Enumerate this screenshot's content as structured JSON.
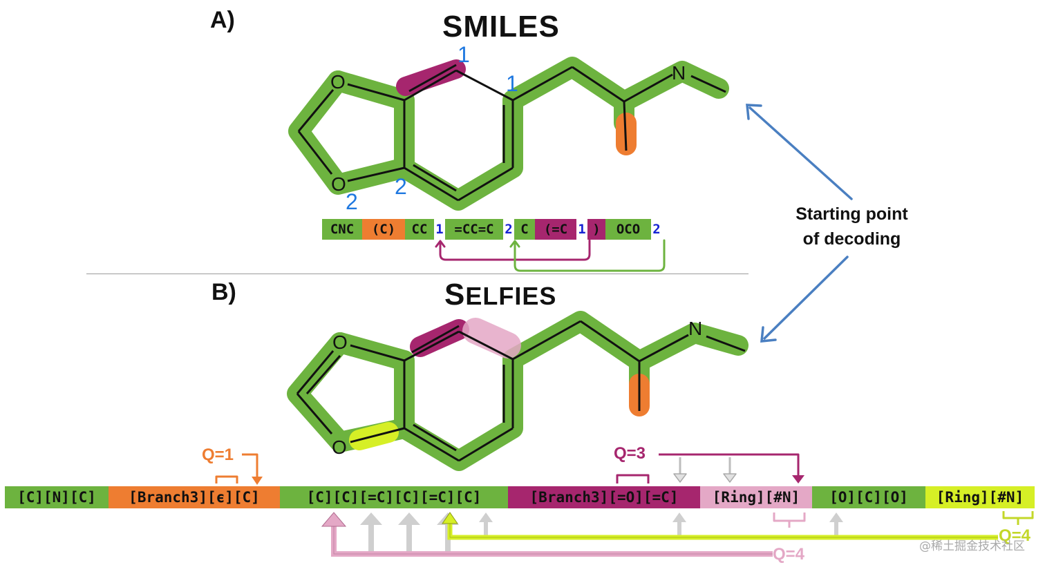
{
  "colors": {
    "green": "#6db33f",
    "orange": "#ee7d31",
    "magenta": "#a6266e",
    "pink": "#e4a8c6",
    "yellow": "#d6ef26",
    "blue_digit": "#1f78e0",
    "arrow_blue": "#4a7fc1",
    "grey_arrow": "#c8c8c8"
  },
  "panel_a": {
    "label": "A)",
    "title": "SMILES",
    "ring_digits": [
      "1",
      "1",
      "2",
      "2"
    ],
    "atoms": [
      "O",
      "O",
      "N"
    ]
  },
  "panel_b": {
    "label": "B)",
    "title_big": "S",
    "title_small": "ELFIES",
    "atoms": [
      "O",
      "O",
      "N"
    ]
  },
  "note": {
    "line1": "Starting point",
    "line2": "of decoding"
  },
  "smiles_tokens": [
    {
      "text": "CNC",
      "color": "green"
    },
    {
      "text": "(C)",
      "color": "orange"
    },
    {
      "text": "CC",
      "color": "green"
    },
    {
      "text": "1",
      "color": "digit"
    },
    {
      "text": "=CC=C",
      "color": "green"
    },
    {
      "text": "2",
      "color": "digit"
    },
    {
      "text": "C",
      "color": "green"
    },
    {
      "text": "(=C",
      "color": "magenta"
    },
    {
      "text": "1",
      "color": "digit"
    },
    {
      "text": ")",
      "color": "magenta"
    },
    {
      "text": "OCO",
      "color": "green"
    },
    {
      "text": "2",
      "color": "digit"
    }
  ],
  "selfies_tokens": [
    {
      "text": "[C][N][C]",
      "color": "green"
    },
    {
      "text": "[Branch3][ϵ][C]",
      "color": "orange"
    },
    {
      "text": "[C][C][=C][C][=C][C]",
      "color": "green"
    },
    {
      "text": "[Branch3][=O][=C]",
      "color": "magenta"
    },
    {
      "text": "[Ring][#N]",
      "color": "pink"
    },
    {
      "text": "[O][C][O]",
      "color": "green"
    },
    {
      "text": "[Ring][#N]",
      "color": "yellow"
    }
  ],
  "q_labels": {
    "q1": "Q=1",
    "q3": "Q=3",
    "q4_pink": "Q=4",
    "q4_yellow": "Q=4"
  },
  "watermark": "@稀土掘金技术社区"
}
